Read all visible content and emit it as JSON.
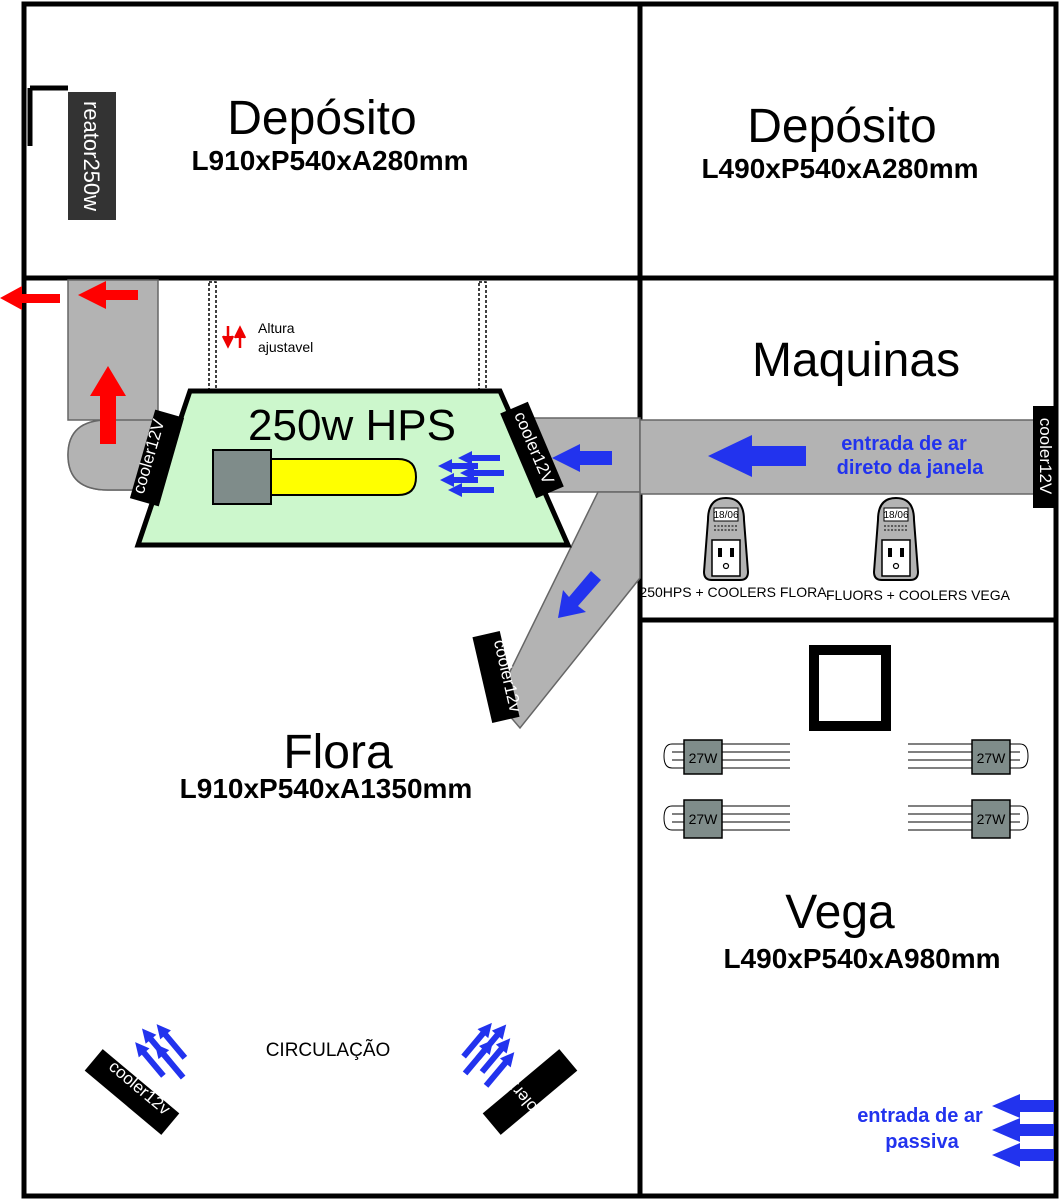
{
  "rooms": {
    "deposito_left": {
      "title": "Depósito",
      "dims": "L910xP540xA280mm"
    },
    "deposito_right": {
      "title": "Depósito",
      "dims": "L490xP540xA280mm"
    },
    "maquinas": {
      "title": "Maquinas"
    },
    "flora": {
      "title": "Flora",
      "dims": "L910xP540xA1350mm"
    },
    "vega": {
      "title": "Vega",
      "dims": "L490xP540xA980mm"
    }
  },
  "equipment": {
    "ballast": "reator250w",
    "hps_lamp": "250w HPS",
    "height_note_1": "Altura",
    "height_note_2": "ajustavel",
    "cooler_label": "cooler12V",
    "cooler_label_lower": "cooler12v",
    "circulation": "CIRCULAÇÃO",
    "fluor_lamp_label": "27W"
  },
  "maquinas": {
    "air_intake_1": "entrada de ar",
    "air_intake_2": "direto da janela",
    "timer_display": "18/06",
    "timer_left_caption": "250HPS + COOLERS FLORA",
    "timer_right_caption": "FLUORS + COOLERS VEGA"
  },
  "vega": {
    "passive_intake_1": "entrada de ar",
    "passive_intake_2": "passiva"
  },
  "colors": {
    "wall": "#000000",
    "duct": "#b3b3b3",
    "reflector": "#ccf7cc",
    "bulb": "#ffff00",
    "airflow_in": "#2233ee",
    "airflow_out": "#ff0000",
    "ballast": "#333333",
    "lamp_socket": "#7f8c8a"
  }
}
